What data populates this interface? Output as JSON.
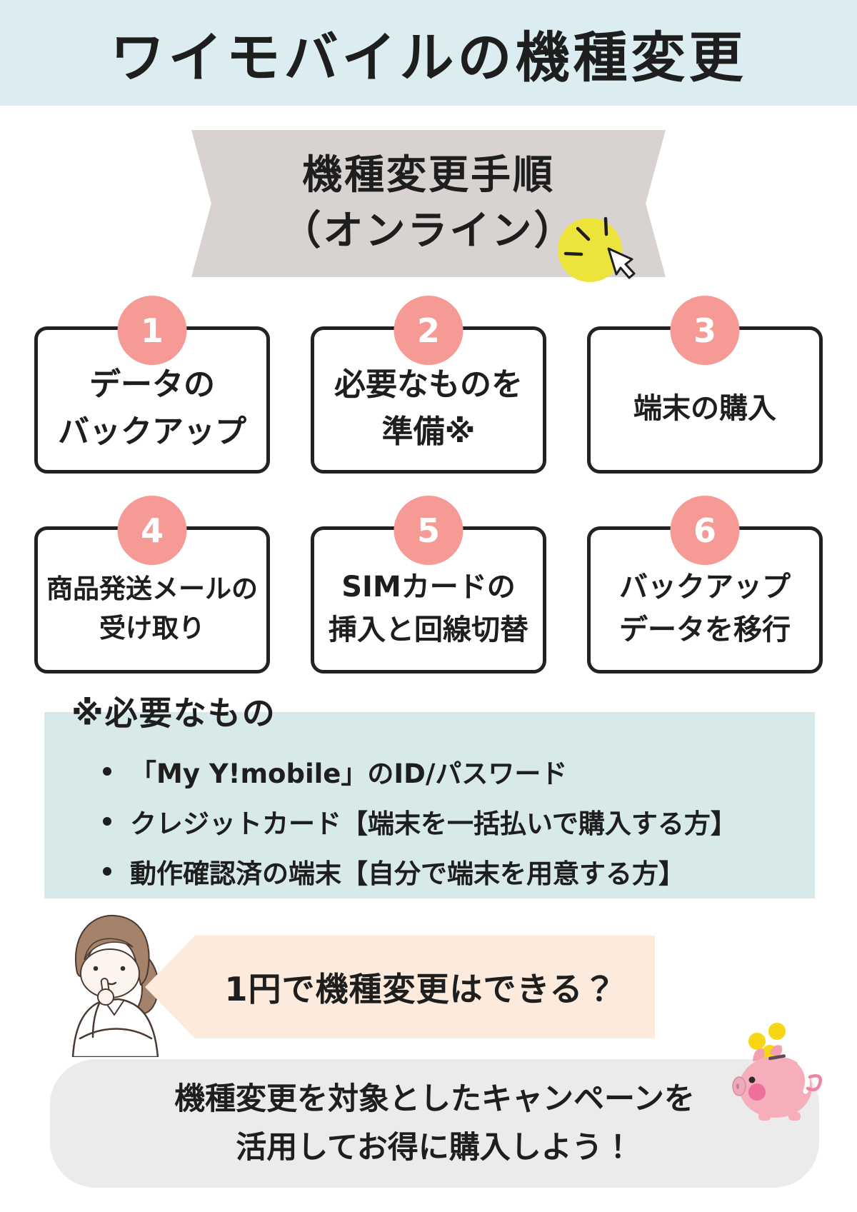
{
  "title": {
    "text": "ワイモバイルの機種変更"
  },
  "banner": {
    "line1": "機種変更手順",
    "line2": "（オンライン）"
  },
  "steps": [
    {
      "num": "1",
      "line1": "データの",
      "line2": "バックアップ"
    },
    {
      "num": "2",
      "line1": "必要なものを",
      "line2": "準備※"
    },
    {
      "num": "3",
      "line1": "端末の購入",
      "line2": ""
    },
    {
      "num": "4",
      "line1": "商品発送メールの",
      "line2": "受け取り"
    },
    {
      "num": "5",
      "line1": "SIMカードの",
      "line2": "挿入と回線切替"
    },
    {
      "num": "6",
      "line1": "バックアップ",
      "line2": "データを移行"
    }
  ],
  "notes": {
    "heading": "※必要なもの",
    "items": [
      "「My Y!mobile」のID/パスワード",
      "クレジットカード【端末を一括払いで購入する方】",
      "動作確認済の端末【自分で端末を用意する方】"
    ]
  },
  "question": {
    "text": "1円で機種変更はできる？"
  },
  "answer": {
    "line1": "機種変更を対象としたキャンペーンを",
    "line2": "活用してお得に購入しよう！"
  },
  "colors": {
    "header_bg": "#dbedf0",
    "banner_bg": "#d8d3d1",
    "step_circle": "#f69a95",
    "card_border": "#222222",
    "notes_bg": "#d8e9ea",
    "bubble_bg": "#fcebdd",
    "answer_bg": "#ebebeb",
    "click_yellow": "#ece43b",
    "coin_yellow": "#f7d616",
    "pig_pink": "#f6aebb",
    "text": "#1e1e1e"
  }
}
